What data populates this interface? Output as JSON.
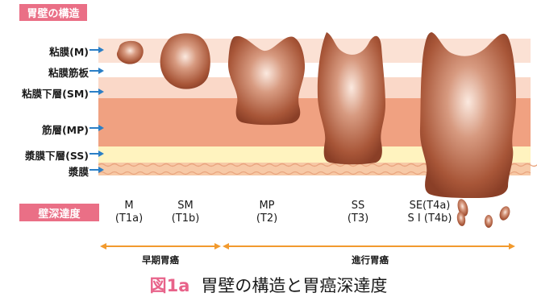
{
  "header": {
    "title": "胃壁の構造"
  },
  "layers": [
    {
      "label": "粘膜(M)",
      "color": "#fbe1d4"
    },
    {
      "label": "粘膜筋板",
      "color": "#ffffff"
    },
    {
      "label": "粘膜下層(SM)",
      "color": "#fad8c8"
    },
    {
      "label": "筋層(MP)",
      "color": "#f0a181"
    },
    {
      "label": "漿膜下層(SS)",
      "color": "#fff3bf"
    },
    {
      "label": "漿膜",
      "color": "#f7c9a6"
    }
  ],
  "depth_title": "壁深達度",
  "stages": [
    {
      "code": "M",
      "t": "(T1a)"
    },
    {
      "code": "SM",
      "t": "(T1b)"
    },
    {
      "code": "MP",
      "t": "(T2)"
    },
    {
      "code": "SS",
      "t": "(T3)"
    },
    {
      "code": "SE(T4a)",
      "t": "S I (T4b)"
    }
  ],
  "phases": {
    "early": "早期胃癌",
    "advanced": "進行胃癌"
  },
  "caption": {
    "fig": "図1a",
    "text": "胃壁の構造と胃癌深達度"
  },
  "colors": {
    "accent": "#ea6f86",
    "arrow": "#2b7fc6",
    "phase_arrow": "#f29a2e",
    "tumor": "#9a4b33"
  }
}
